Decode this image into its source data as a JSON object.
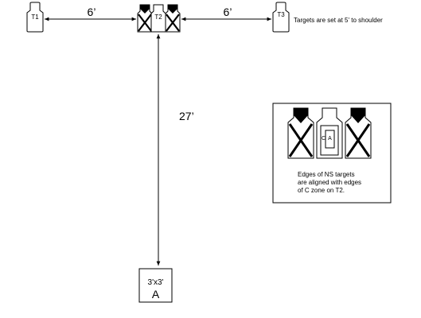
{
  "targets": {
    "t1_label": "T1",
    "t2_label": "T2",
    "t3_label": "T3"
  },
  "distances": {
    "left_label": "6’",
    "right_label": "6’",
    "vertical_label": "27’"
  },
  "notes": {
    "target_height": "Targets are set at 5' to shoulder"
  },
  "shooting_box": {
    "size_label": "3'x3'",
    "letter": "A"
  },
  "inset": {
    "c_label": "C",
    "a_label": "A",
    "caption_lines": [
      "Edges of NS targets",
      "are aligned with edges",
      "of C zone on T2."
    ]
  },
  "colors": {
    "line": "#000000",
    "background": "#ffffff"
  }
}
